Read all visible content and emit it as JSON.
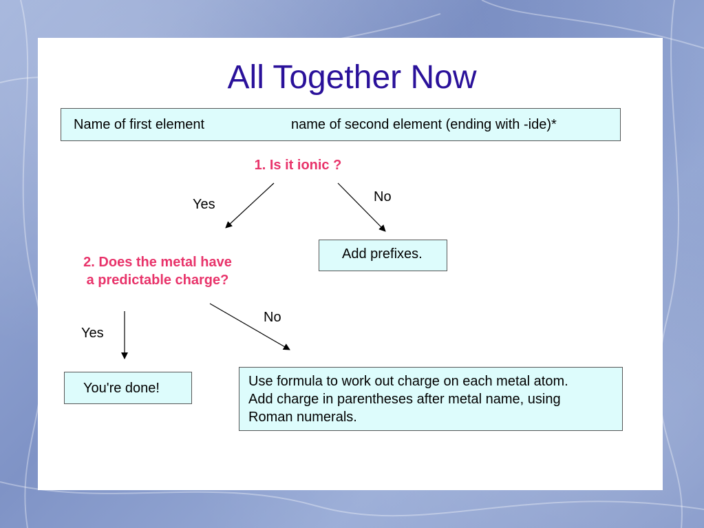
{
  "title": "All Together Now",
  "formula_box": {
    "part1": "Name of first element",
    "part2": "name of second element (ending with -ide)*"
  },
  "question1": "1. Is it ionic ?",
  "q1_yes": "Yes",
  "q1_no": "No",
  "prefix_box": "Add prefixes.",
  "question2_line1": "2. Does the metal have",
  "question2_line2": "a predictable charge?",
  "q2_yes": "Yes",
  "q2_no": "No",
  "done_box": "You're done!",
  "formula_instructions": {
    "line1": "Use formula to work out charge on each metal atom.",
    "line2": "Add charge in parentheses after metal name, using",
    "line3": "Roman numerals."
  },
  "colors": {
    "title": "#2a119a",
    "question": "#e8336a",
    "box_fill": "#ddfcfc"
  }
}
